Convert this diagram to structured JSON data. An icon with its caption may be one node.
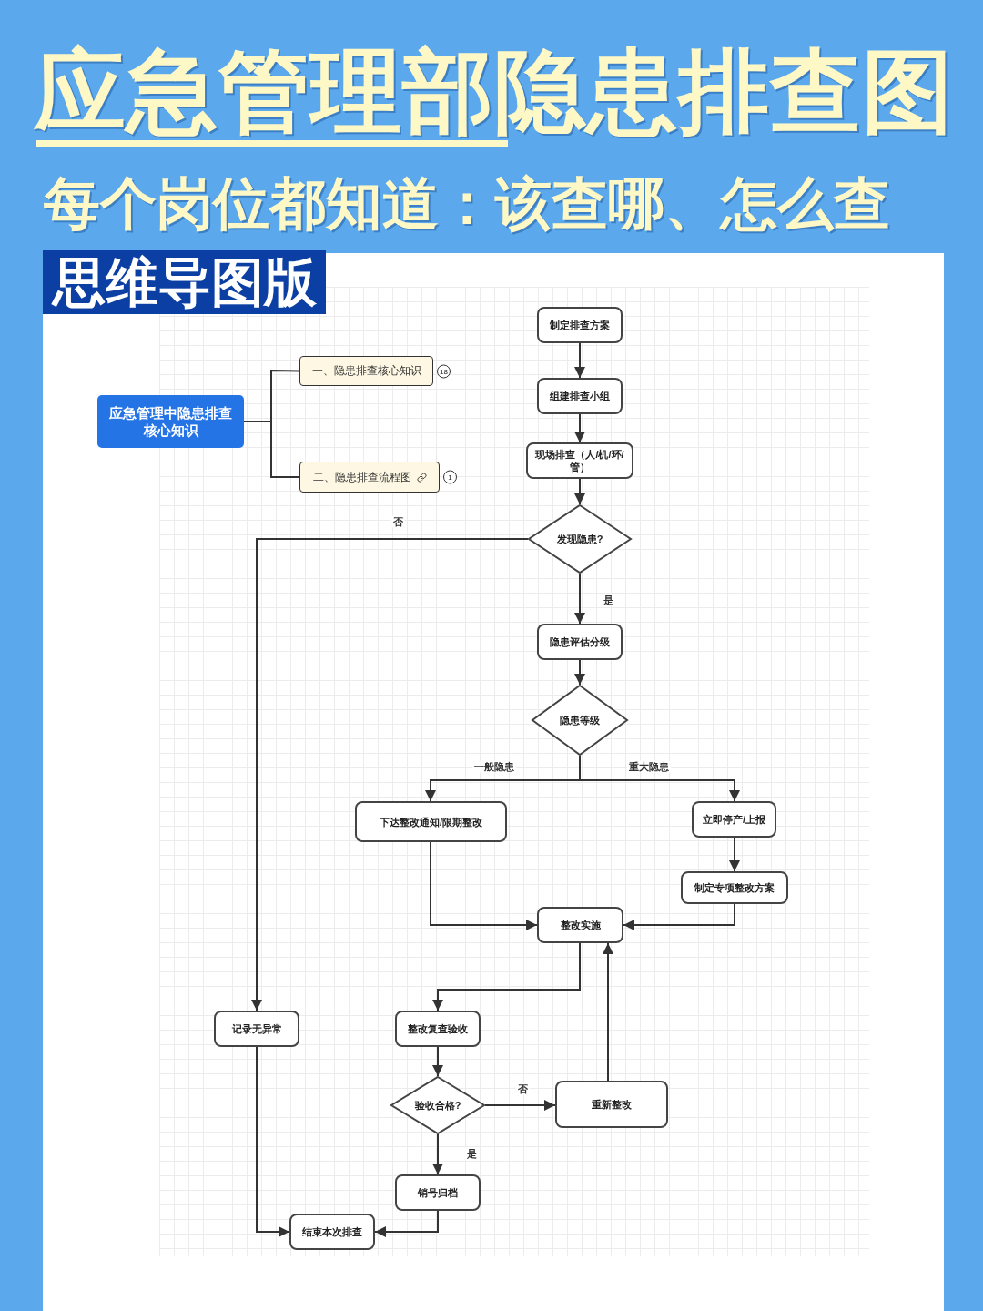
{
  "diagram": {
    "title": "应急管理部隐患排查图",
    "nodes": [
      {
        "text": [
          "应急管理中隐患排查核心知识"
        ]
      },
      {
        "text": [
          "一、隐患排查核心知识"
        ],
        "beside": [
          "18"
        ]
      },
      {
        "text": [
          "二、隐患排查流程图"
        ],
        "beside": [
          "1"
        ]
      },
      {
        "text": [
          "制定排查方案"
        ]
      },
      {
        "text": [
          "组建排查小组"
        ]
      },
      {
        "text": [
          "现场排查（人/机/环/管）"
        ]
      },
      {
        "text": [
          "发现隐患?"
        ]
      },
      {
        "text": [
          "隐患评估分级"
        ]
      },
      {
        "text": [
          "隐患等级"
        ]
      },
      {
        "text": [
          "下达整改通知/限期整改"
        ]
      },
      {
        "text": [
          "立即停产/上报"
        ]
      },
      {
        "text": [
          "制定专项整改方案"
        ]
      },
      {
        "text": [
          "整改实施"
        ]
      },
      {
        "text": [
          "记录无异常"
        ]
      },
      {
        "text": [
          "整改复查验收"
        ]
      },
      {
        "text": [
          "验收合格?"
        ]
      },
      {
        "text": [
          "重新整改"
        ]
      },
      {
        "text": [
          "销号归档"
        ]
      },
      {
        "text": [
          "结束本次排查"
        ]
      }
    ],
    "edges": [
      {
        "from": 0,
        "to": 1,
        "arrow": "none"
      },
      {
        "from": 0,
        "to": 2,
        "arrow": "none"
      },
      {
        "from": 3,
        "to": 4,
        "arrow": "to"
      },
      {
        "from": 4,
        "to": 5,
        "arrow": "to"
      },
      {
        "from": 5,
        "to": 6,
        "arrow": "to"
      },
      {
        "from": 6,
        "to": 7,
        "arrow": "to",
        "label": "是"
      },
      {
        "from": 6,
        "to": 13,
        "arrow": "to",
        "label": "否"
      },
      {
        "from": 7,
        "to": 8,
        "arrow": "to"
      },
      {
        "from": 8,
        "to": 9,
        "arrow": "to",
        "label": "一般隐患"
      },
      {
        "from": 8,
        "to": 10,
        "arrow": "to",
        "label": "重大隐患"
      },
      {
        "from": 10,
        "to": 11,
        "arrow": "to"
      },
      {
        "from": 9,
        "to": 12,
        "arrow": "to"
      },
      {
        "from": 11,
        "to": 12,
        "arrow": "to"
      },
      {
        "from": 12,
        "to": 14,
        "arrow": "to"
      },
      {
        "from": 14,
        "to": 15,
        "arrow": "to"
      },
      {
        "from": 15,
        "to": 16,
        "arrow": "to",
        "label": "否"
      },
      {
        "from": 15,
        "to": 17,
        "arrow": "to",
        "label": "是"
      },
      {
        "from": 16,
        "to": 12,
        "arrow": "to"
      },
      {
        "from": 13,
        "to": 18,
        "arrow": "to"
      },
      {
        "from": 17,
        "to": 18,
        "arrow": "to"
      }
    ],
    "labels": [
      "每个岗位都知道：该查哪、怎么查",
      "思维导图版"
    ]
  }
}
